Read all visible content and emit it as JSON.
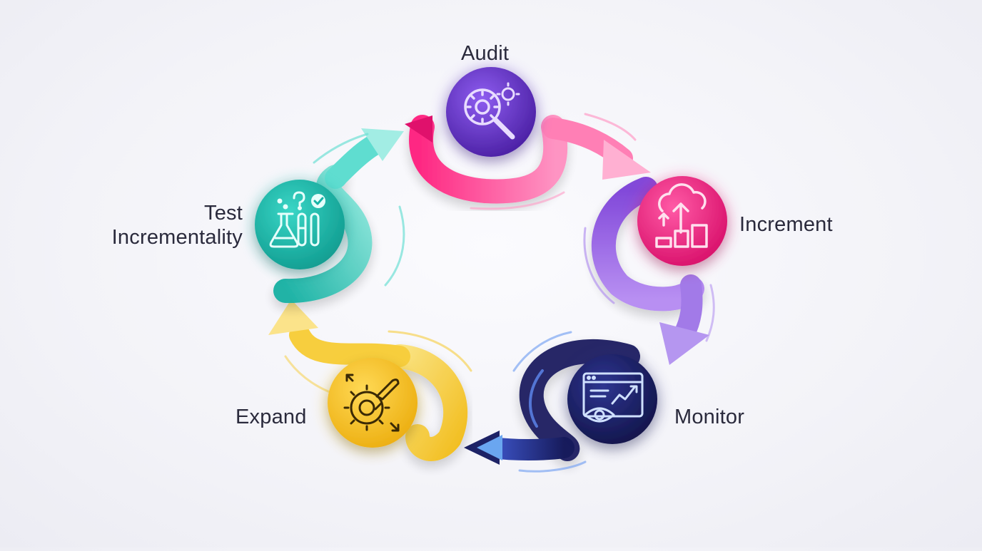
{
  "diagram": {
    "stages": [
      {
        "id": "audit",
        "label": "Audit",
        "icon": "magnifier-gears-icon",
        "color": "#5b2bb8"
      },
      {
        "id": "increment",
        "label": "Increment",
        "icon": "cloud-upload-bars-icon",
        "color": "#e8197a"
      },
      {
        "id": "monitor",
        "label": "Monitor",
        "icon": "dashboard-eye-icon",
        "color": "#1c1f5e"
      },
      {
        "id": "expand",
        "label": "Expand",
        "icon": "rocket-gear-icon",
        "color": "#f3c21f"
      },
      {
        "id": "test",
        "label_line1": "Test",
        "label_line2": "Incrementality",
        "icon": "lab-flasks-icon",
        "color": "#17b3a6"
      }
    ],
    "arrow_colors": {
      "audit_to_increment": "#ff2b8a",
      "increment_to_monitor": "#8a4fe0",
      "monitor_to_expand": "#1d2266",
      "expand_to_test": "#f5c62a",
      "test_to_audit": "#20c4b4"
    }
  }
}
